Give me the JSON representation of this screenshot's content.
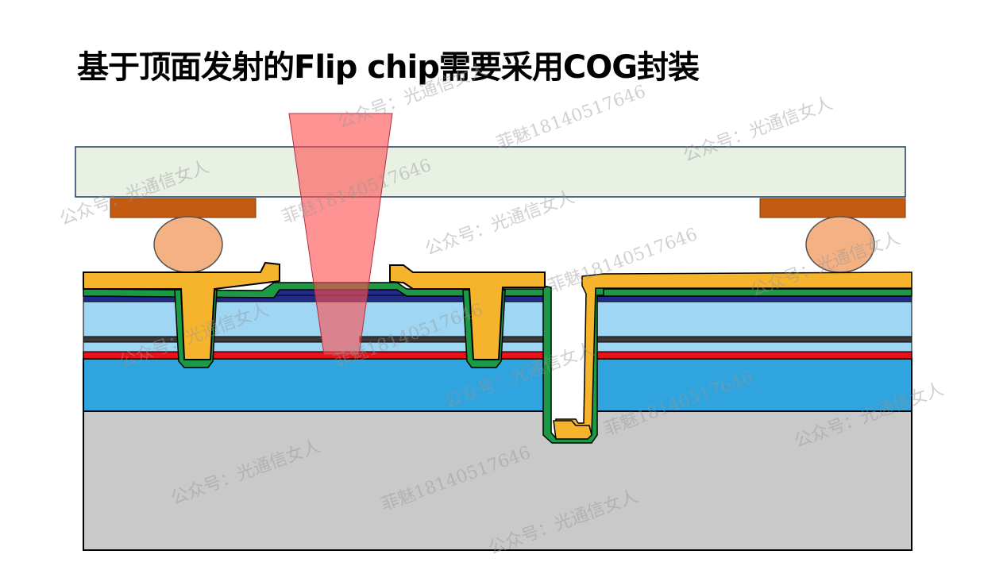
{
  "title": "基于顶面发射的Flip chip需要采用COG封装",
  "watermarks": {
    "account": "公众号：光通信女人",
    "contact": "菲魅18140517646"
  },
  "colors": {
    "glass": "#e8f1e4",
    "pad": "#c55a11",
    "bump": "#f4b183",
    "metal": "#f6b42c",
    "passivation": "#1a9a45",
    "navy": "#1f2a8a",
    "light_blue": "#9fd6f4",
    "red": "#e8121c",
    "substrate_blue": "#2fa4de",
    "substrate_gray": "#c9c9c9",
    "laser": "#ff5a5a"
  }
}
